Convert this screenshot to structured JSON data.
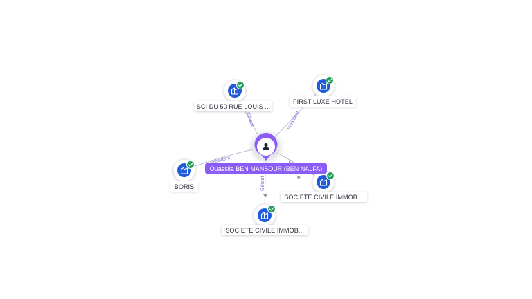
{
  "colors": {
    "edge": "#b9bccb",
    "edge_label": "#7b6fd6",
    "company_fill": "#1e5bdb",
    "check_badge": "#1e9e57",
    "person_accent": "#8b5cf6",
    "label_bg": "#ffffff"
  },
  "center": {
    "name": "Ouassila BEN MANSOUR (BEN NALFA)",
    "icon": "person-icon"
  },
  "companies": [
    {
      "id": "sci50",
      "name": "SCI DU 50 RUE LOUIS ...",
      "relation": "Gérant",
      "icon": "building-icon",
      "verified": true
    },
    {
      "id": "firstluxe",
      "name": "FIRST LUXE HOTEL",
      "relation": "Président",
      "icon": "building-icon",
      "verified": true
    },
    {
      "id": "boris",
      "name": "BORIS",
      "relation": "Président",
      "icon": "building-icon",
      "verified": true
    },
    {
      "id": "sci_right",
      "name": "SOCIETE CIVILE IMMOB...",
      "relation": "Gérant",
      "icon": "building-icon",
      "verified": true
    },
    {
      "id": "sci_bottom",
      "name": "SOCIETE CIVILE IMMOB...",
      "relation": "Gérant",
      "icon": "building-icon",
      "verified": true
    }
  ]
}
